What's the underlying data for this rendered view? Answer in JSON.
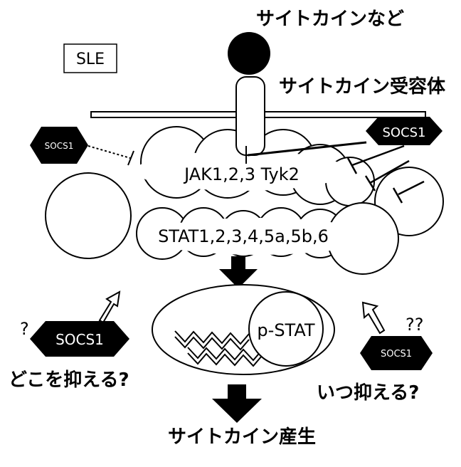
{
  "labels": {
    "cytokine": "サイトカインなど",
    "receptor": "サイトカイン受容体",
    "disease": "SLE",
    "jak": "JAK1,2,3 Tyk2",
    "stat": "STAT1,2,3,4,5a,5b,6",
    "pstat": "p-STAT",
    "production": "サイトカイン産生",
    "where_question": "どこを抑える?",
    "when_question": "いつ抑える?",
    "q_single": "?",
    "q_double": "??"
  },
  "socs": {
    "top_left": "SOCS1",
    "top_right": "SOCS1",
    "mid_left": "SOCS1",
    "bottom_right": "SOCS1"
  },
  "colors": {
    "ink": "#000000",
    "paper": "#ffffff",
    "socs_fill": "#000000",
    "socs_text": "#ffffff"
  }
}
